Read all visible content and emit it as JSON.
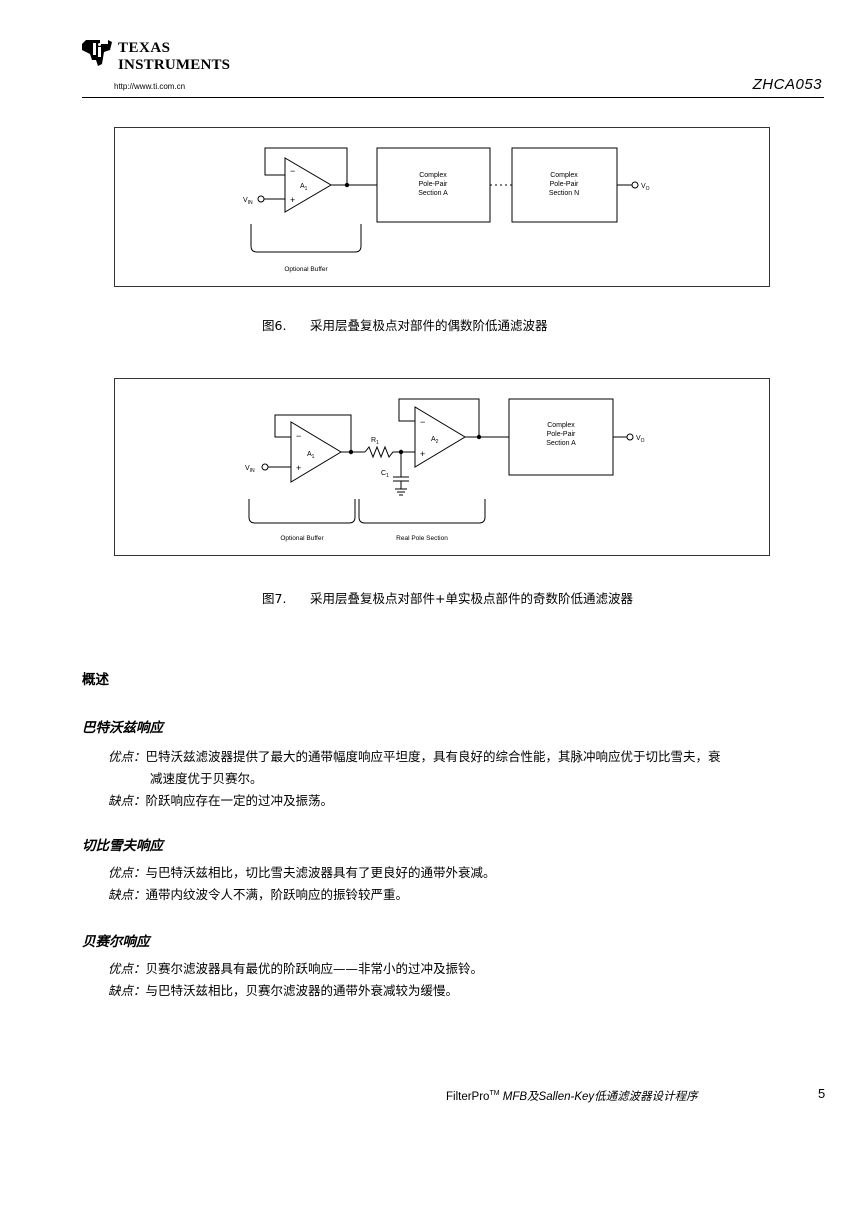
{
  "header": {
    "brand_line1": "TEXAS",
    "brand_line2": "INSTRUMENTS",
    "url": "http://www.ti.com.cn",
    "doc_id": "ZHCA053"
  },
  "figure6": {
    "opamp_label": "A",
    "opamp_sub": "1",
    "minus": "−",
    "plus": "+",
    "vin": "V",
    "vin_sub": "IN",
    "block_a": [
      "Complex",
      "Pole-Pair",
      "Section A"
    ],
    "block_n": [
      "Complex",
      "Pole-Pair",
      "Section N"
    ],
    "vout": "V",
    "vout_sub": "O",
    "buffer_label": "Optional Buffer",
    "caption_num": "图6.",
    "caption_text": "采用层叠复极点对部件的偶数阶低通滤波器"
  },
  "figure7": {
    "opamp1_label": "A",
    "opamp1_sub": "1",
    "opamp2_label": "A",
    "opamp2_sub": "2",
    "minus": "−",
    "plus": "+",
    "r_label": "R",
    "r_sub": "1",
    "c_label": "C",
    "c_sub": "1",
    "vin": "V",
    "vin_sub": "IN",
    "block_a": [
      "Complex",
      "Pole-Pair",
      "Section A"
    ],
    "vout": "V",
    "vout_sub": "O",
    "buffer_label": "Optional Buffer",
    "realpole_label": "Real Pole Section",
    "caption_num": "图7.",
    "caption_text": "采用层叠复极点对部件+单实极点部件的奇数阶低通滤波器"
  },
  "overview": {
    "title": "概述",
    "sections": [
      {
        "title": "巴特沃兹响应",
        "items": [
          {
            "label": "优点：",
            "text": "巴特沃兹滤波器提供了最大的通带幅度响应平坦度，具有良好的综合性能，其脉冲响应优于切比雪夫，衰",
            "cont": "减速度优于贝赛尔。"
          },
          {
            "label": "缺点：",
            "text": "阶跃响应存在一定的过冲及振荡。"
          }
        ]
      },
      {
        "title": "切比雪夫响应",
        "items": [
          {
            "label": "优点：",
            "text": "与巴特沃兹相比，切比雪夫滤波器具有了更良好的通带外衰减。"
          },
          {
            "label": "缺点：",
            "text": "通带内纹波令人不满，阶跃响应的振铃较严重。"
          }
        ]
      },
      {
        "title": "贝赛尔响应",
        "items": [
          {
            "label": "优点：",
            "text": "贝赛尔滤波器具有最优的阶跃响应——非常小的过冲及振铃。"
          },
          {
            "label": "缺点：",
            "text": "与巴特沃兹相比，贝赛尔滤波器的通带外衰减较为缓慢。"
          }
        ]
      }
    ]
  },
  "footer": {
    "product": "FilterPro",
    "tm": "TM",
    "title_italic": "MFB及Sallen-Key低通滤波器设计程序",
    "page": "5"
  }
}
